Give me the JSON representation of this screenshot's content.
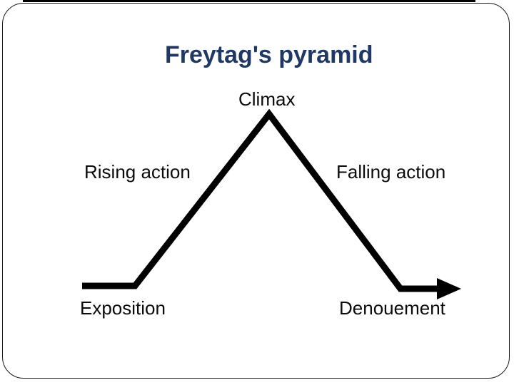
{
  "slide": {
    "title": "Freytag's pyramid",
    "title_color": "#1f3864",
    "background_color": "#ffffff",
    "border_color": "#1a1a1a",
    "labels": {
      "climax": "Climax",
      "rising_action": "Rising action",
      "falling_action": "Falling action",
      "exposition": "Exposition",
      "denouement": "Denouement"
    },
    "diagram": {
      "type": "freytag-pyramid",
      "line_color": "#000000",
      "description": "Thick black pyramid outline: flat base segment, rising line to apex, falling line, then horizontal arrow pointing right"
    }
  }
}
